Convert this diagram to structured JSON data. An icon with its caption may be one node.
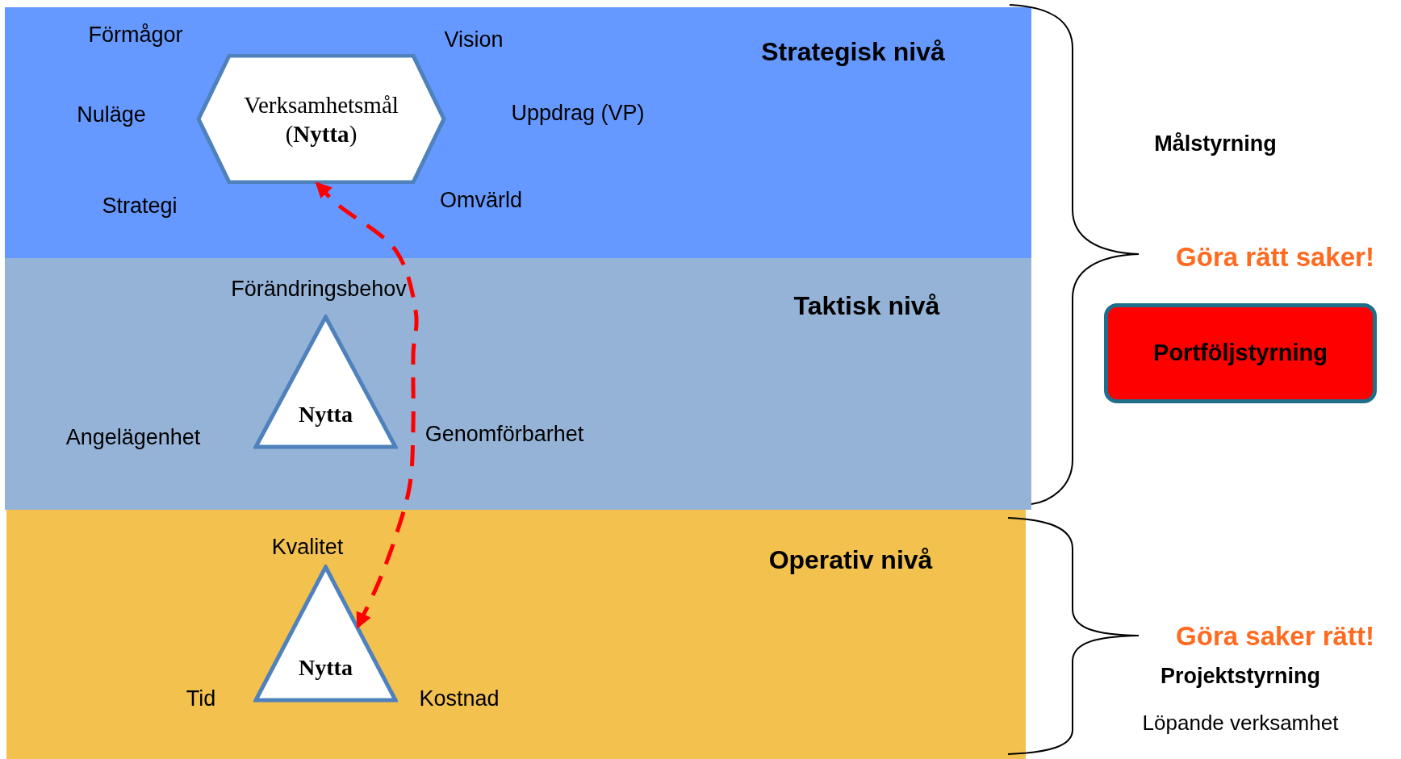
{
  "diagram": {
    "nodes": [
      {
        "text": [
          "Strategisk nivå"
        ]
      },
      {
        "text": [
          "Verksamhetsmål (**Nytta**)"
        ],
        "in": 0,
        "beside": [
          "Förmågor",
          "Vision",
          "Nuläge",
          "Uppdrag (VP)",
          "Strategi",
          "Omvärld"
        ]
      },
      {
        "text": [
          "Taktisk nivå"
        ]
      },
      {
        "text": [
          "Nytta"
        ],
        "in": 2,
        "beside": [
          "Förändringsbehov",
          "Angelägenhet",
          "Genomförbarhet"
        ]
      },
      {
        "text": [
          "Operativ nivå"
        ]
      },
      {
        "text": [
          "Nytta"
        ],
        "in": 4,
        "beside": [
          "Kvalitet",
          "Tid",
          "Kostnad"
        ]
      },
      {
        "text": [
          "Portföljstyrning"
        ]
      }
    ],
    "edges": [
      {
        "from": 5,
        "to": 1,
        "arrow": "both",
        "style": "dashed",
        "color": "#ff0000"
      }
    ],
    "labels": [
      "Målstyrning",
      "Göra rätt saker!",
      "Göra saker rätt!",
      "Projektstyrning",
      "Löpande verksamhet"
    ]
  }
}
